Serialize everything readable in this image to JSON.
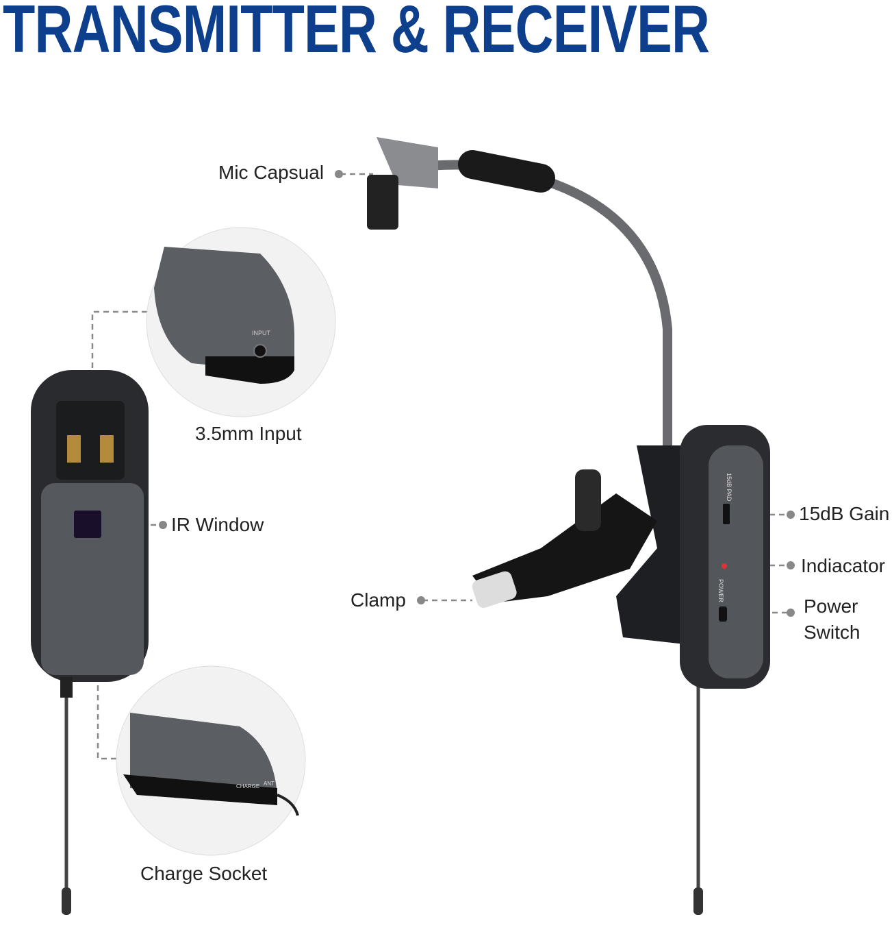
{
  "title": "TRANSMITTER & RECEIVER",
  "labels": {
    "mic_capsule": "Mic Capsual",
    "input": "3.5mm Input",
    "ir_window": "IR Window",
    "clamp": "Clamp",
    "charge_socket": "Charge Socket",
    "gain": "15dB Gain",
    "indicator": "Indiacator",
    "power_line1": "Power",
    "power_line2": "Switch"
  },
  "device_markings": {
    "input_port": "INPUT",
    "charge": "CHARGE",
    "ant": "ANT",
    "power": "POWER",
    "pad": "15dB PAD"
  },
  "colors": {
    "title": "#0d3f8c",
    "body": "#4a4d52",
    "dark": "#1e1f22",
    "callout": "#888888"
  }
}
